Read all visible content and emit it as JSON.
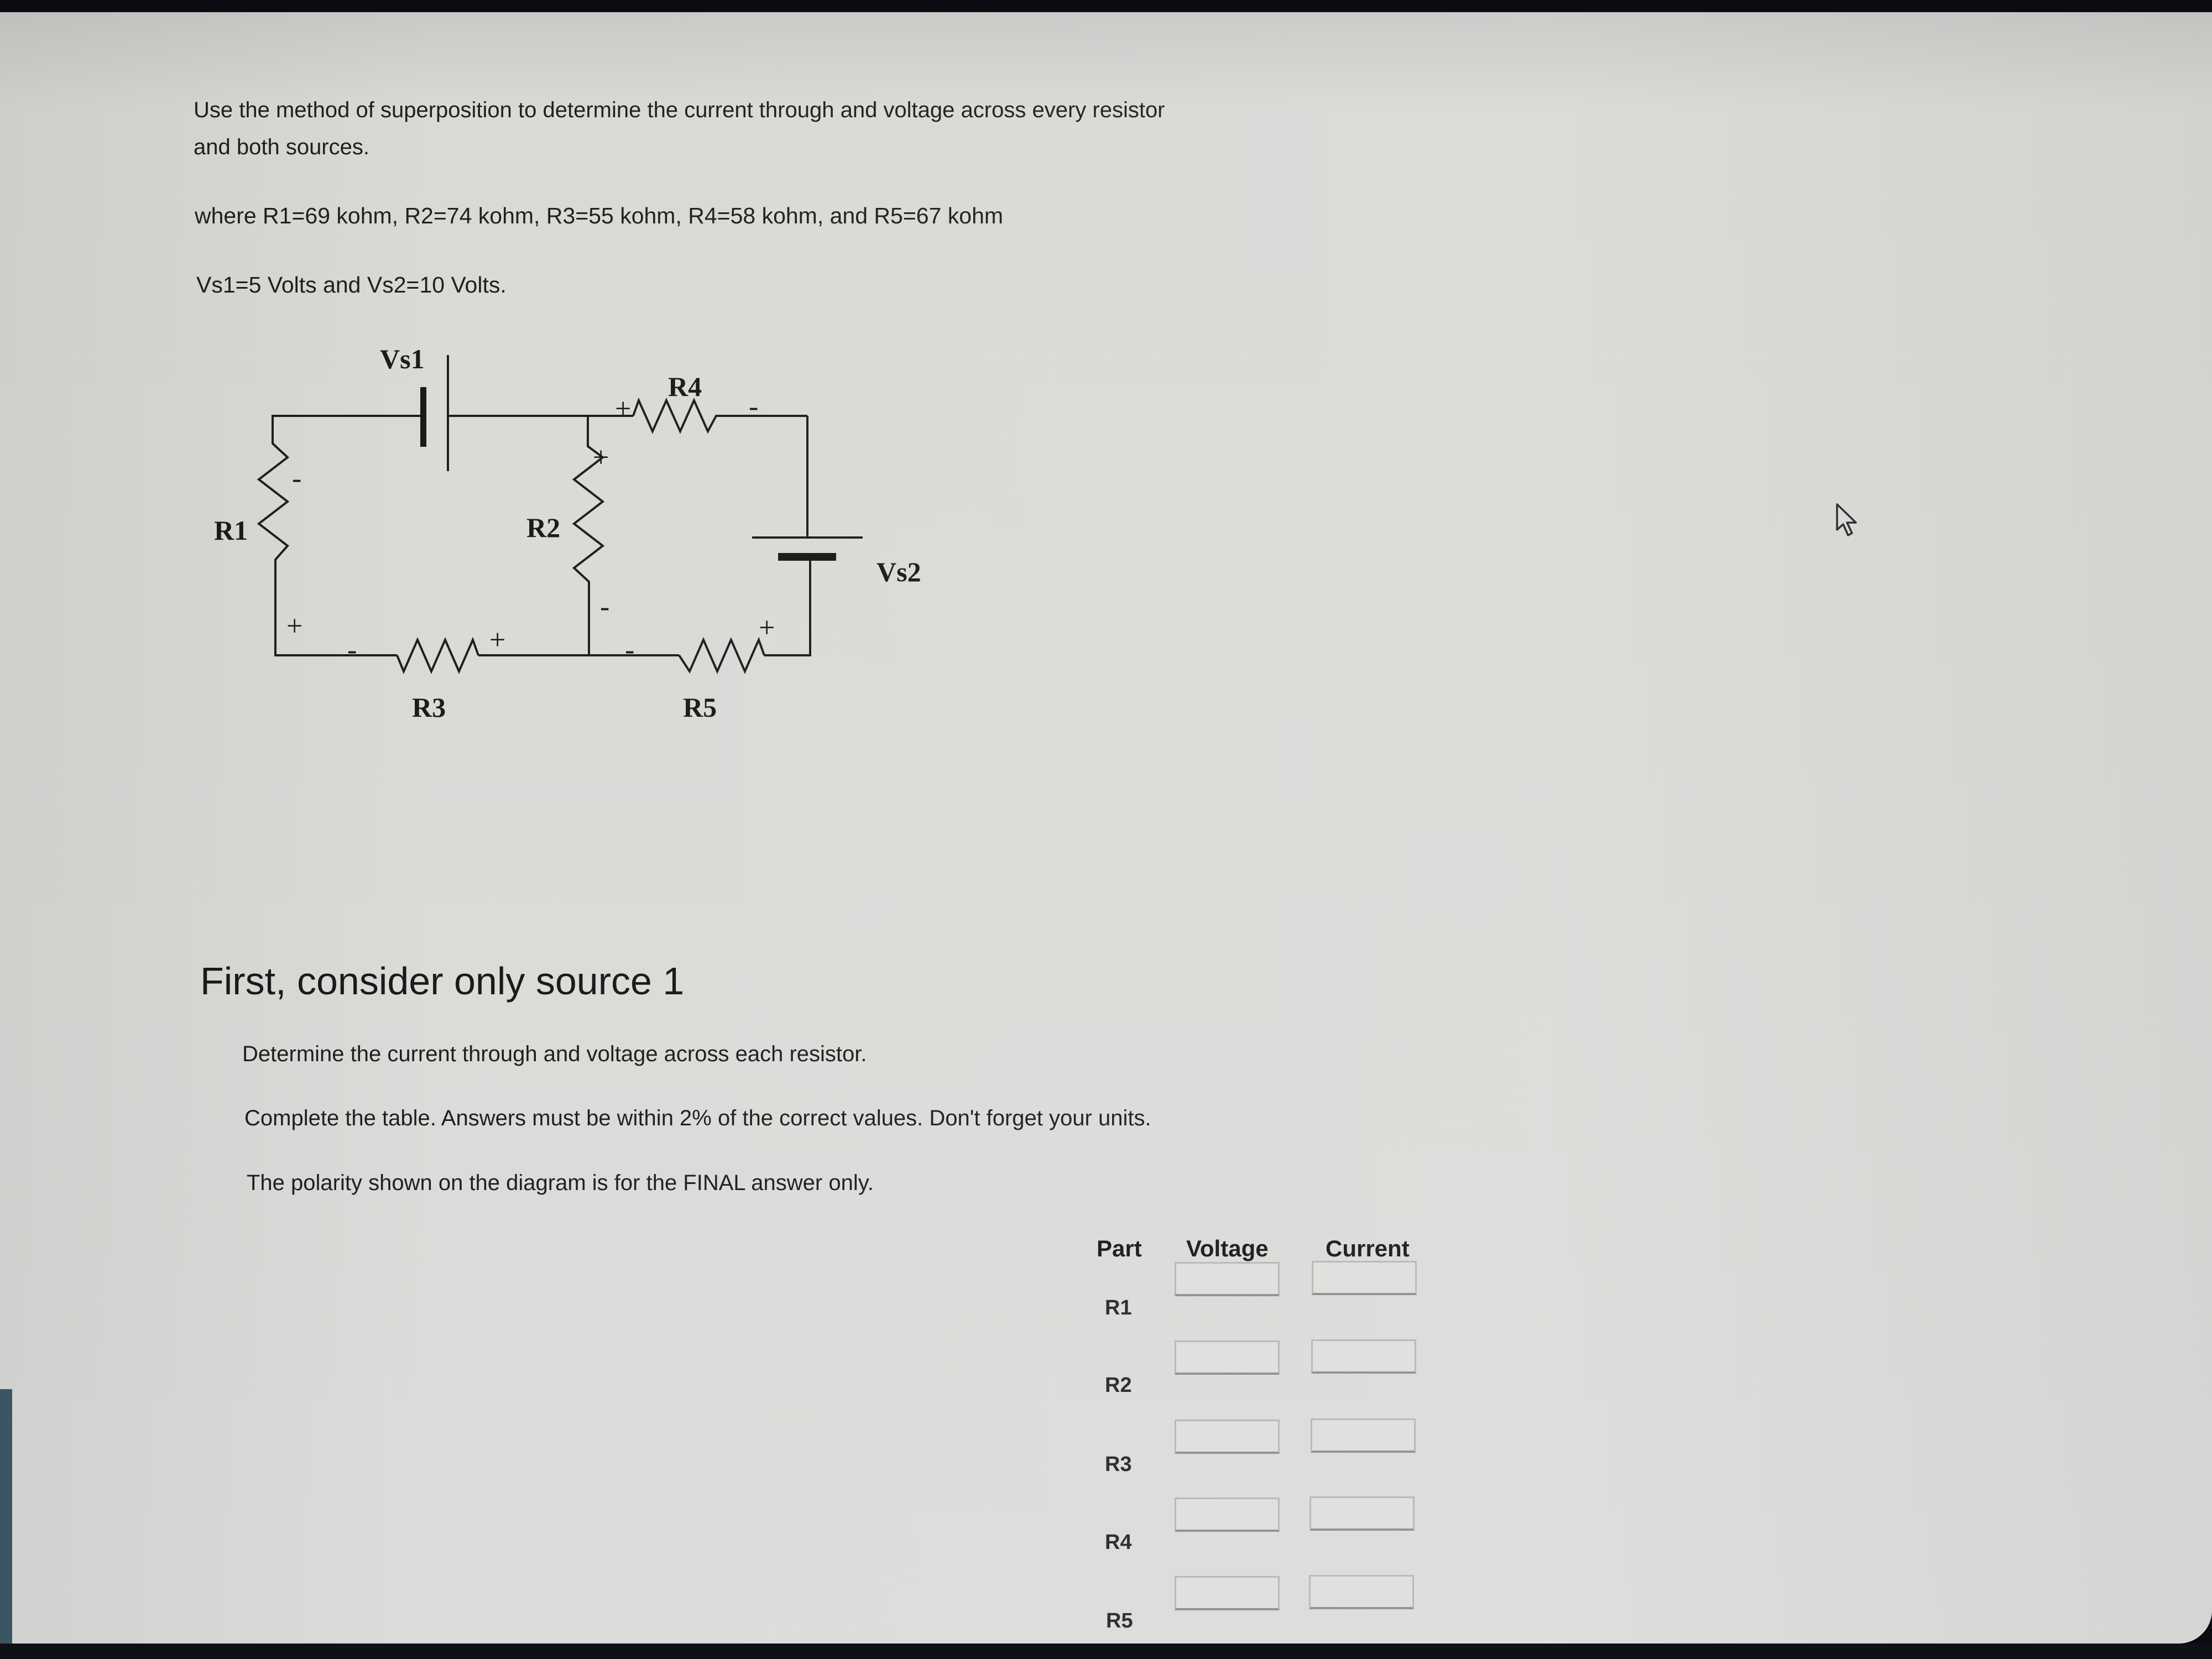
{
  "question": {
    "intro_line1": "Use the method of superposition to determine the current through and voltage across every resistor",
    "intro_line2": "and both sources.",
    "values_line": "where R1=69 kohm,  R2=74 kohm, R3=55 kohm,  R4=58 kohm, and R5=67 kohm",
    "sources_line": "Vs1=5 Volts and Vs2=10 Volts."
  },
  "circuit": {
    "labels": {
      "vs1": "Vs1",
      "vs2": "Vs2",
      "r1": "R1",
      "r2": "R2",
      "r3": "R3",
      "r4": "R4",
      "r5": "R5"
    },
    "polarity": {
      "plus": "+",
      "minus": "-"
    },
    "resistor_values_kohm": {
      "R1": 69,
      "R2": 74,
      "R3": 55,
      "R4": 58,
      "R5": 67
    },
    "source_values_volts": {
      "Vs1": 5,
      "Vs2": 10
    }
  },
  "section": {
    "title": "First, consider only source 1",
    "instruction1": "Determine the current through and voltage across each resistor.",
    "instruction2": "Complete the table. Answers must be within 2% of the correct values. Don't forget your units.",
    "instruction3": "The polarity shown on the diagram is for the FINAL answer only."
  },
  "table": {
    "headers": {
      "part": "Part",
      "voltage": "Voltage",
      "current": "Current"
    },
    "rows": [
      {
        "part": "R1",
        "voltage": "",
        "current": ""
      },
      {
        "part": "R2",
        "voltage": "",
        "current": ""
      },
      {
        "part": "R3",
        "voltage": "",
        "current": ""
      },
      {
        "part": "R4",
        "voltage": "",
        "current": ""
      },
      {
        "part": "R5",
        "voltage": "",
        "current": ""
      }
    ]
  },
  "icons": {
    "cursor": "mouse-pointer-arrow-icon"
  }
}
